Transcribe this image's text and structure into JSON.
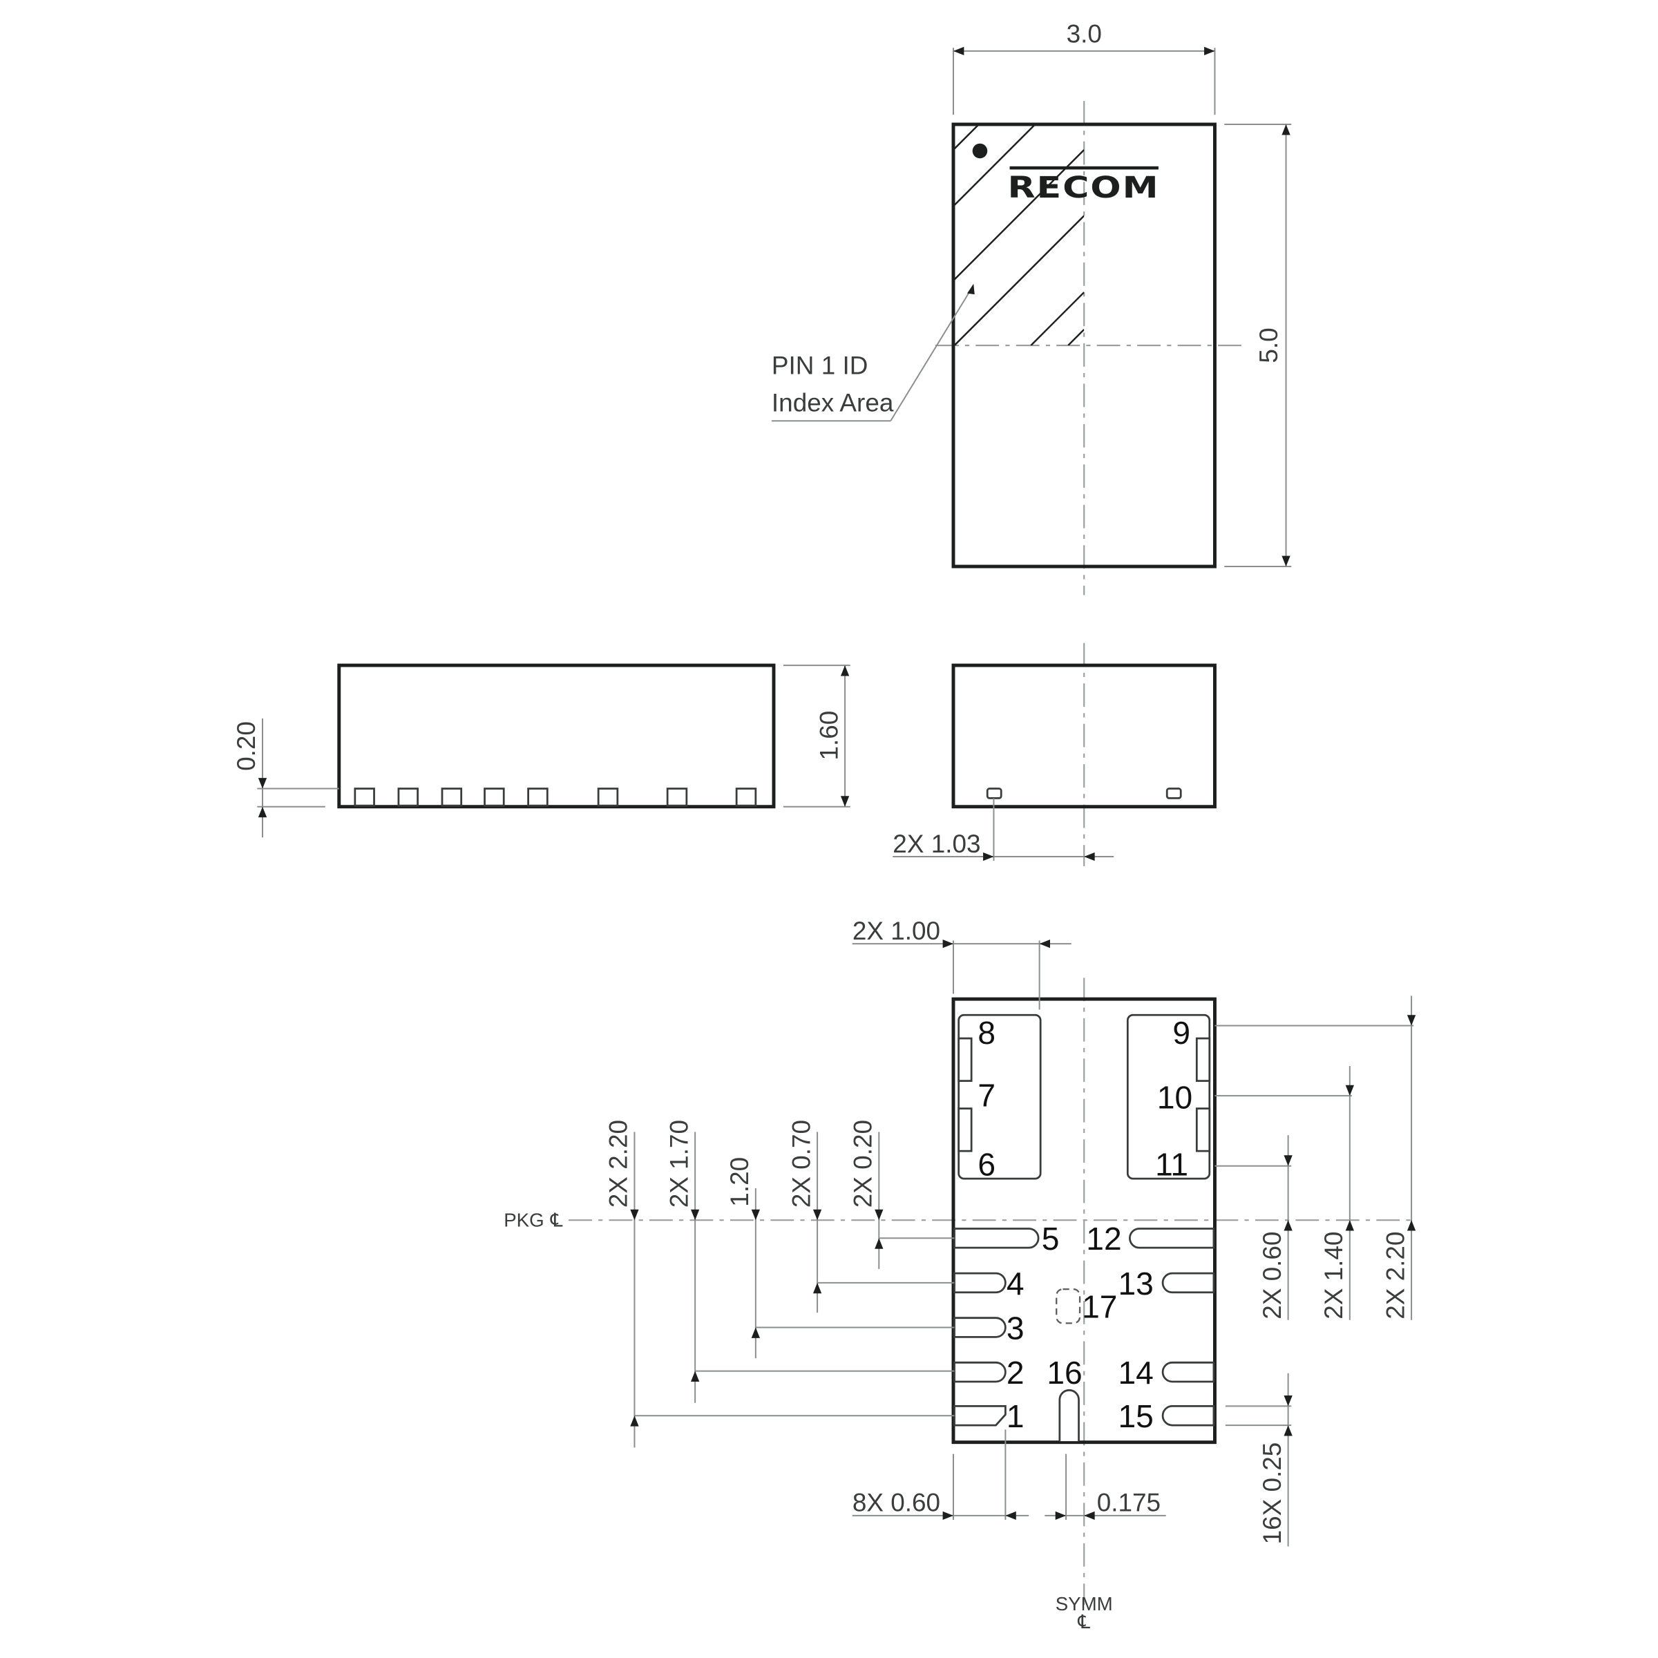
{
  "drawing": {
    "brand_logo": "RECOM",
    "top_view": {
      "width_dim": "3.0",
      "height_dim": "5.0",
      "callout_line1": "PIN 1 ID",
      "callout_line2": "Index Area"
    },
    "side_view_long": {
      "height_dim": "1.60",
      "standoff_dim": "0.20",
      "terminal_count": 8
    },
    "side_view_short": {
      "terminal_offset_dim": "2X 1.03"
    },
    "bottom_view": {
      "pad_width_dim": "2X 1.00",
      "left_dims": [
        "2X 2.20",
        "2X 1.70",
        "1.20",
        "2X 0.70",
        "2X 0.20"
      ],
      "right_dims": [
        "2X 0.60",
        "2X 1.40",
        "2X 2.20"
      ],
      "bottom_pitch_dim": "8X 0.60",
      "offset_dim": "0.175",
      "pad_height_dim": "16X 0.25",
      "pkg_centerline_label": "PKG",
      "symm_label": "SYMM",
      "centerline_symbol": "℄",
      "pins_left_large": [
        "8",
        "7",
        "6"
      ],
      "pins_right_large": [
        "9",
        "10",
        "11"
      ],
      "pins_left": [
        "5",
        "4",
        "3",
        "2",
        "1"
      ],
      "pins_right": [
        "12",
        "13",
        "14",
        "15"
      ],
      "pin_center": "16",
      "pin_thermal": "17"
    }
  }
}
